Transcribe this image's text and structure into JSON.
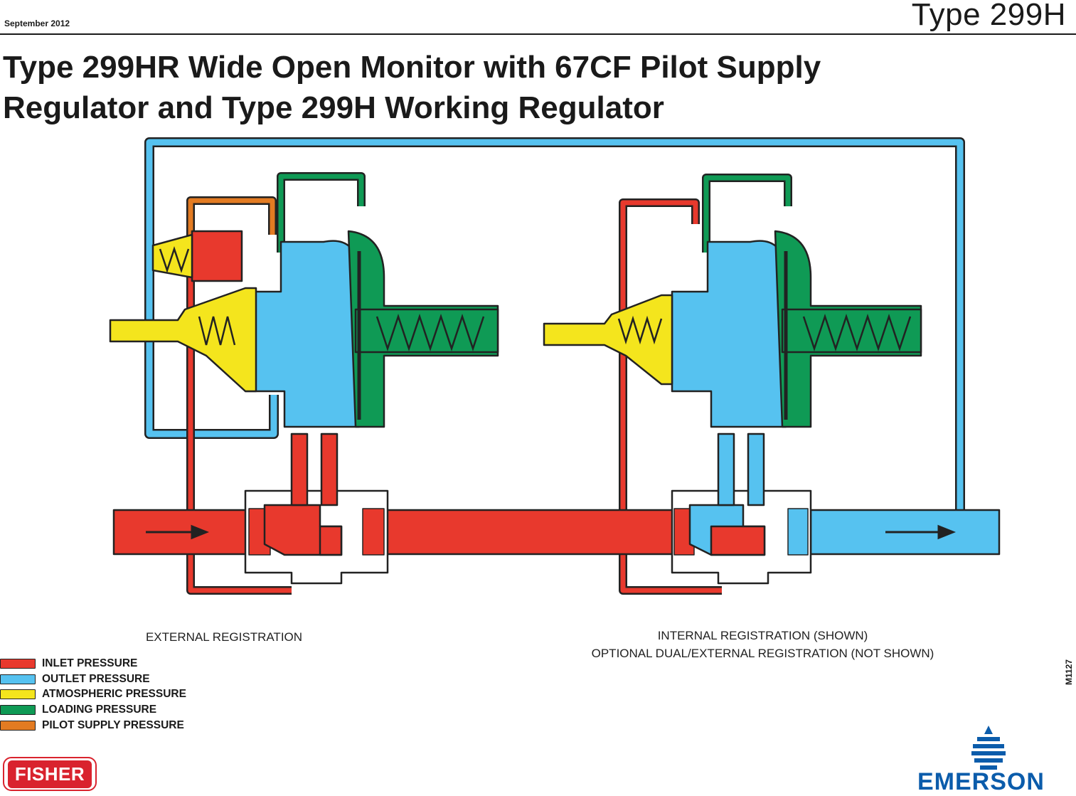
{
  "header": {
    "date": "September 2012",
    "product": "Type 299H"
  },
  "title": {
    "line1": "Type 299HR Wide Open Monitor with 67CF Pilot Supply",
    "line2": "Regulator and Type 299H Working Regulator"
  },
  "captions": {
    "left": "EXTERNAL REGISTRATION",
    "right_line1": "INTERNAL REGISTRATION (SHOWN)",
    "right_line2": "OPTIONAL DUAL/EXTERNAL REGISTRATION (NOT SHOWN)"
  },
  "legend": [
    {
      "label": "INLET PRESSURE",
      "color": "#e8392d"
    },
    {
      "label": "OUTLET PRESSURE",
      "color": "#56c2f0"
    },
    {
      "label": "ATMOSPHERIC PRESSURE",
      "color": "#f4e51d"
    },
    {
      "label": "LOADING PRESSURE",
      "color": "#0f9a55"
    },
    {
      "label": "PILOT SUPPLY PRESSURE",
      "color": "#e37b22"
    }
  ],
  "colors": {
    "inlet": "#e8392d",
    "outlet": "#56c2f0",
    "atmospheric": "#f4e51d",
    "loading": "#0f9a55",
    "pilot_supply": "#e37b22",
    "outline": "#222222"
  },
  "drawing_code": "M1127",
  "logos": {
    "fisher": "FISHER",
    "emerson": "EMERSON"
  }
}
